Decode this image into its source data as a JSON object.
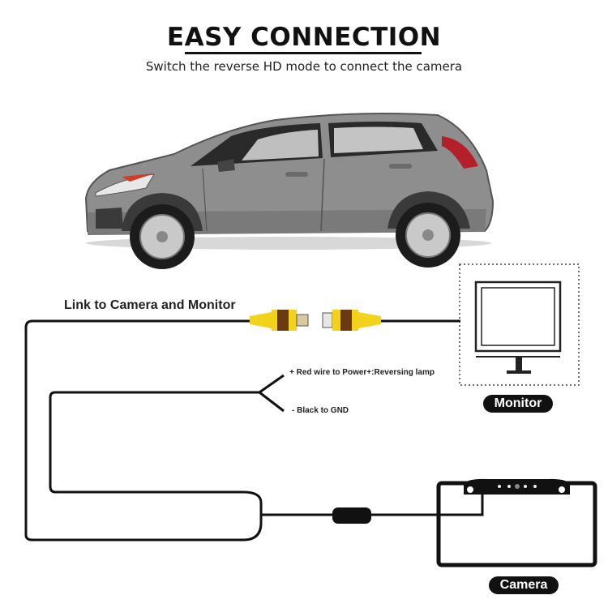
{
  "header": {
    "title": "EASY CONNECTION",
    "subtitle": "Switch the reverse HD mode to connect the camera"
  },
  "labels": {
    "link": "Link to Camera and Monitor",
    "red_wire": "+ Red wire to Power+:Reversing lamp",
    "black_wire": "- Black to GND",
    "monitor": "Monitor",
    "camera": "Camera"
  },
  "colors": {
    "car_body": "#8e8e8e",
    "rca_yellow": "#f2d21b",
    "rca_brown": "#6b3a10",
    "wire": "#111111"
  }
}
